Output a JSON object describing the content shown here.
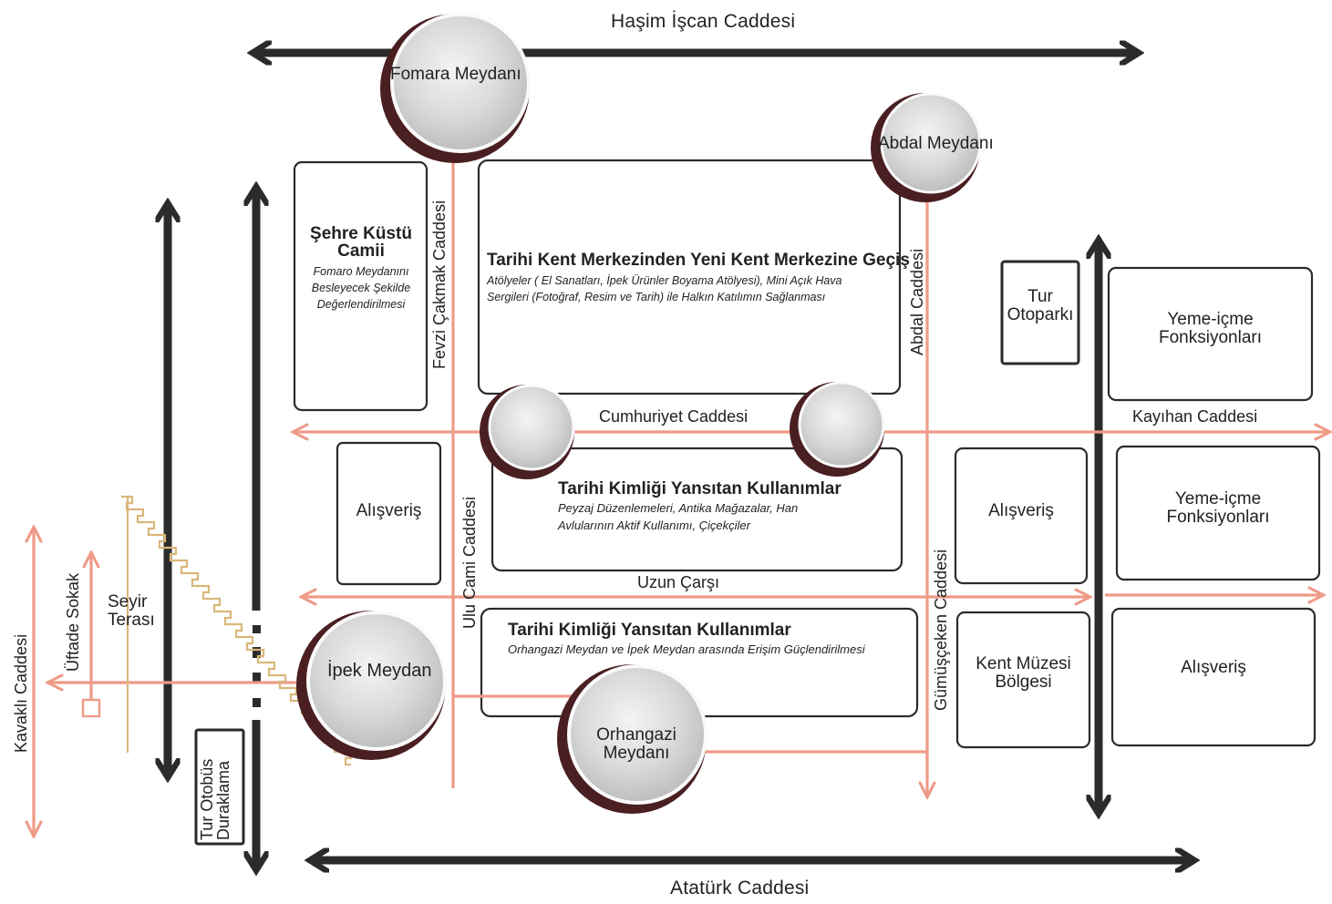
{
  "streets": {
    "top": "Haşim İşcan Caddesi",
    "bottom": "Atatürk Caddesi",
    "fevzi": "Fevzi Çakmak Caddesi",
    "abdal": "Abdal Caddesi",
    "cumhuriyet": "Cumhuriyet Caddesi",
    "kayihan": "Kayıhan Caddesi",
    "uzun": "Uzun Çarşı",
    "ulu_cami": "Ulu Cami Caddesi",
    "gumusceken": "Gümüşçeken Caddesi",
    "kavakli": "Kavaklı Caddesi",
    "uftade": "Üftade Sokak"
  },
  "squares": {
    "fomara": "Fomara   Meydanı",
    "abdal": "Abdal  Meydanı",
    "ipek": "İpek Meydan",
    "orhangazi_line1": "Orhangazi",
    "orhangazi_line2": "Meydanı"
  },
  "blocks": {
    "camii": {
      "title_line1": "Şehre Küstü",
      "title_line2": "Camii",
      "sub_line1": "Fomaro Meydanını",
      "sub_line2": "Besleyecek Şekilde",
      "sub_line3": "Değerlendirilmesi"
    },
    "gecis": {
      "title": "Tarihi Kent  Merkezinden Yeni Kent Merkezine Geçiş",
      "sub_line1": "Atölyeler  ( El Sanatları, İpek Ürünler Boyama Atölyesi),   Mini Açık Hava",
      "sub_line2": "Sergileri (Fotoğraf, Resim  ve Tarih)  ile Halkın Katılımın Sağlanması"
    },
    "kimlik1": {
      "title": "Tarihi Kimliği Yansıtan Kullanımlar",
      "sub_line1": "Peyzaj Düzenlemeleri,  Antika Mağazalar,  Han",
      "sub_line2": "Avlularının Aktif Kullanımı, Çiçekçiler"
    },
    "kimlik2": {
      "title": "Tarihi Kimliği Yansıtan Kullanımlar",
      "sub": "Orhangazi Meydan ve İpek Meydan arasında Erişim Güçlendirilmesi"
    },
    "alisveris_left": "Alışveriş",
    "alisveris_mid": "Alışveriş",
    "alisveris_right": "Alışveriş",
    "yeme1_line1": "Yeme-içme",
    "yeme1_line2": "Fonksiyonları",
    "yeme2_line1": "Yeme-içme",
    "yeme2_line2": "Fonksiyonları",
    "muze_line1": "Kent Müzesi",
    "muze_line2": "Bölgesi",
    "otopark_line1": "Tur",
    "otopark_line2": "Otoparkı",
    "seyir_line1": "Seyir",
    "seyir_line2": "Terası",
    "durak_line1": "Tur  Otobüs",
    "durak_line2": "Duraklama"
  },
  "colors": {
    "dark_road": "#2b2b2b",
    "pedestrian": "#ef9a87",
    "square_fill": "#cfcfcf",
    "square_ring": "#4a1f22",
    "terrace": "#d9b77a"
  }
}
